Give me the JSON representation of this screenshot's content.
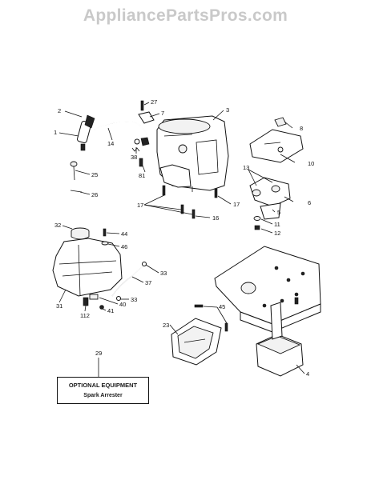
{
  "watermark": "AppliancePartsPros.com",
  "optional_box": {
    "callout": "29",
    "title": "OPTIONAL EQUIPMENT",
    "item": "Spark Arrester"
  },
  "callouts": {
    "c2": "2",
    "c1": "1",
    "c14": "14",
    "c27": "27",
    "c7": "7",
    "c3": "3",
    "c38": "38",
    "c81": "81",
    "c25": "25",
    "c26": "26",
    "c8": "8",
    "c10": "10",
    "c13": "13",
    "c6": "6",
    "c5": "5",
    "c11": "11",
    "c12": "12",
    "c17a": "17",
    "c17b": "17",
    "c16": "16",
    "c32": "32",
    "c44": "44",
    "c46": "46",
    "c33a": "33",
    "c37": "37",
    "c31": "31",
    "c33b": "33",
    "c40": "40",
    "c41": "41",
    "c112": "112",
    "c45": "45",
    "c23": "23",
    "c4": "4"
  }
}
